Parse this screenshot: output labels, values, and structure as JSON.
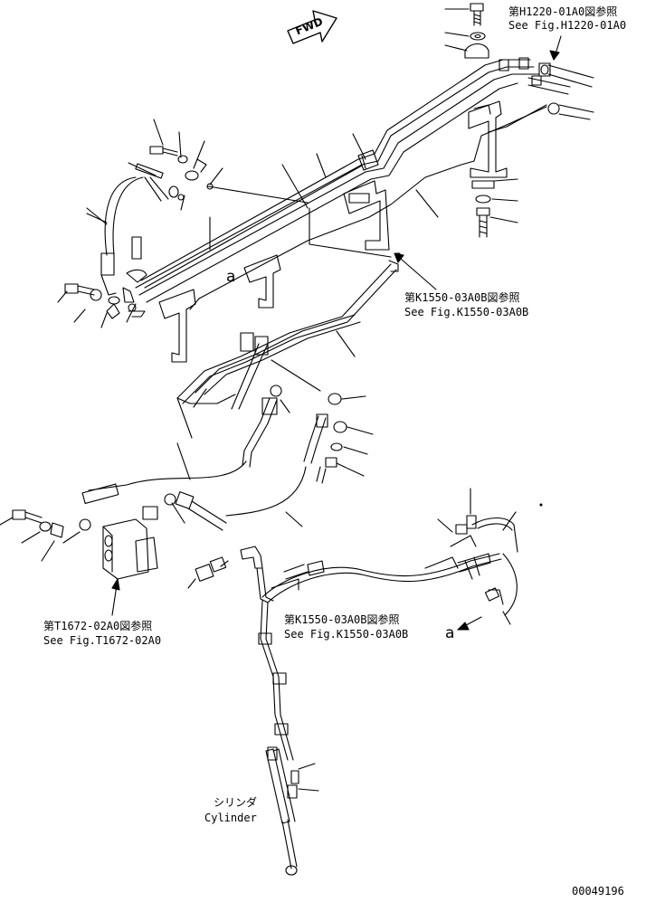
{
  "fwd_arrow": "FWD",
  "refs": {
    "h1220": {
      "jp": "第H1220-01A0図参照",
      "en": "See Fig.H1220-01A0"
    },
    "k1550_upper": {
      "jp": "第K1550-03A0B図参照",
      "en": "See Fig.K1550-03A0B"
    },
    "k1550_lower": {
      "jp": "第K1550-03A0B図参照",
      "en": "See Fig.K1550-03A0B"
    },
    "t1672": {
      "jp": "第T1672-02A0図参照",
      "en": "See Fig.T1672-02A0"
    }
  },
  "cylinder": {
    "jp": "シリンダ",
    "en": "Cylinder"
  },
  "connection_marks": {
    "upper": "a",
    "lower": "a"
  },
  "drawing_number": "00049196",
  "line_color": "#000000"
}
